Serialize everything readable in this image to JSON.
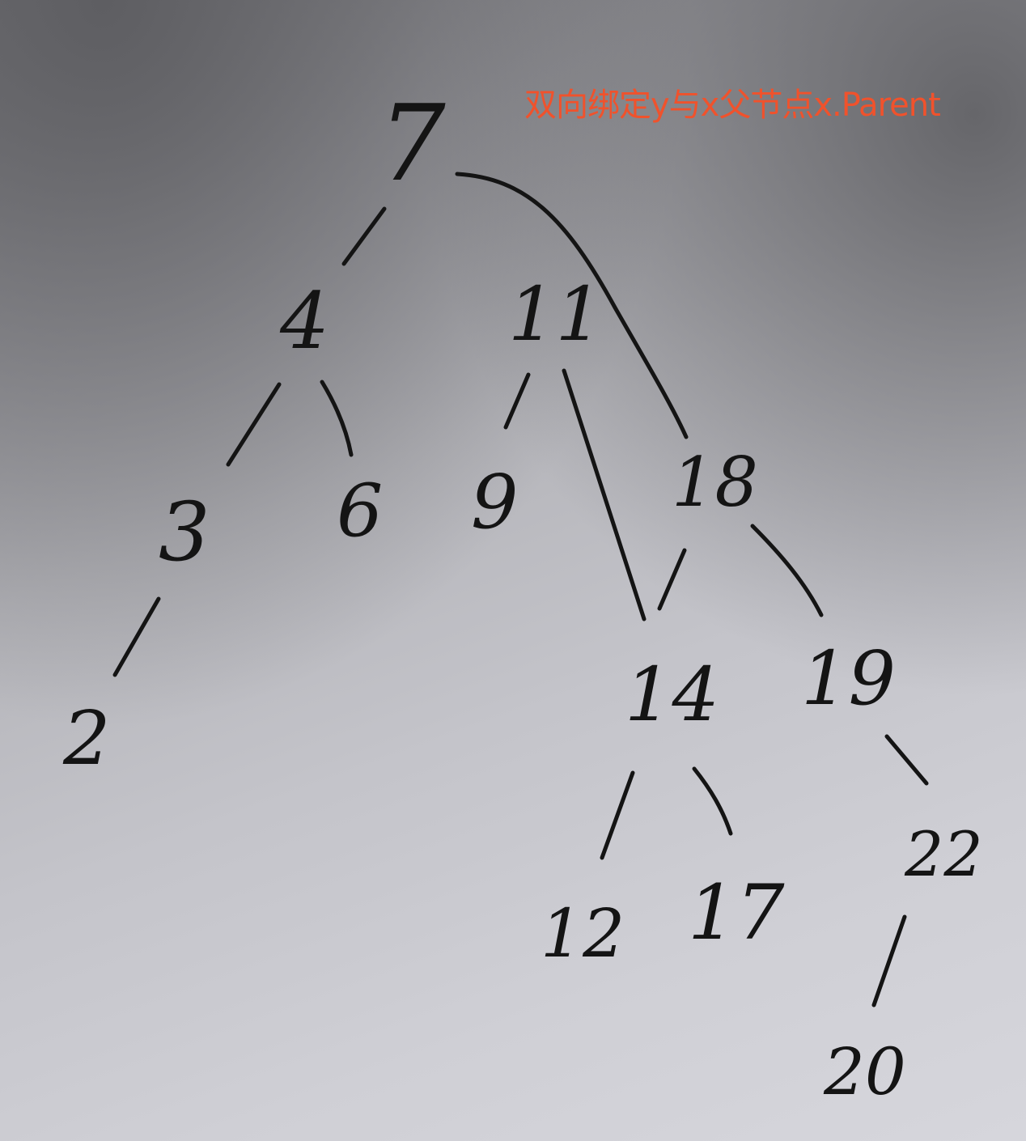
{
  "caption": {
    "text": "双向绑定y与x父节点x.Parent",
    "color": "#f0522c"
  },
  "tree": {
    "ink_color": "#141414",
    "nodes": [
      {
        "id": "n7",
        "label": "7"
      },
      {
        "id": "n4",
        "label": "4"
      },
      {
        "id": "n11",
        "label": "11"
      },
      {
        "id": "n3",
        "label": "3"
      },
      {
        "id": "n6",
        "label": "6"
      },
      {
        "id": "n9",
        "label": "9"
      },
      {
        "id": "n18",
        "label": "18"
      },
      {
        "id": "n2",
        "label": "2"
      },
      {
        "id": "n14",
        "label": "14"
      },
      {
        "id": "n19",
        "label": "19"
      },
      {
        "id": "n12",
        "label": "12"
      },
      {
        "id": "n17",
        "label": "17"
      },
      {
        "id": "n22",
        "label": "22"
      },
      {
        "id": "n20",
        "label": "20"
      }
    ],
    "edges": [
      {
        "from": "n7",
        "to": "n4"
      },
      {
        "from": "n7",
        "to": "n18"
      },
      {
        "from": "n4",
        "to": "n3"
      },
      {
        "from": "n4",
        "to": "n6"
      },
      {
        "from": "n11",
        "to": "n9"
      },
      {
        "from": "n11",
        "to": "n14"
      },
      {
        "from": "n3",
        "to": "n2"
      },
      {
        "from": "n18",
        "to": "n14"
      },
      {
        "from": "n18",
        "to": "n19"
      },
      {
        "from": "n14",
        "to": "n12"
      },
      {
        "from": "n14",
        "to": "n17"
      },
      {
        "from": "n19",
        "to": "n22"
      },
      {
        "from": "n22",
        "to": "n20"
      }
    ]
  }
}
